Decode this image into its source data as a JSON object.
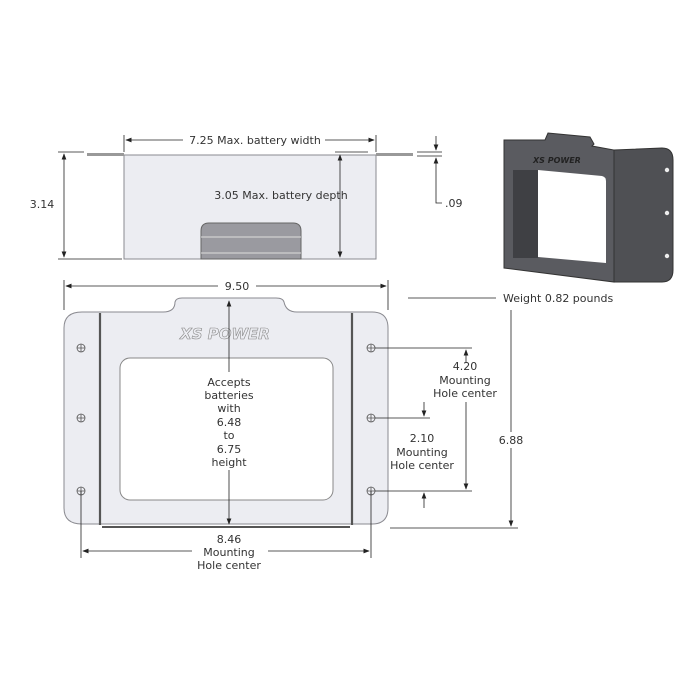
{
  "top_view": {
    "width_label": "7.25 Max. battery width",
    "depth_label": "3.05 Max. battery depth",
    "height_label": "3.14",
    "thickness_label": ".09"
  },
  "iso_view": {
    "logo": "XS POWER",
    "weight_label": "Weight 0.82 pounds"
  },
  "front_view": {
    "logo": "XS POWER",
    "overall_width_label": "9.50",
    "accepts_lines": [
      "Accepts",
      "batteries",
      "with",
      "6.48",
      "to",
      "6.75",
      "height"
    ],
    "hole_span_horizontal": [
      "8.46",
      "Mounting",
      "Hole center"
    ],
    "hole_span_420": [
      "4.20",
      "Mounting",
      "Hole center"
    ],
    "hole_span_210": [
      "2.10",
      "Mounting",
      "Hole center"
    ],
    "overall_height_label": "6.88"
  },
  "colors": {
    "part_fill": "#ecedf2",
    "iso_dark": "#55565a",
    "line": "#222222"
  }
}
